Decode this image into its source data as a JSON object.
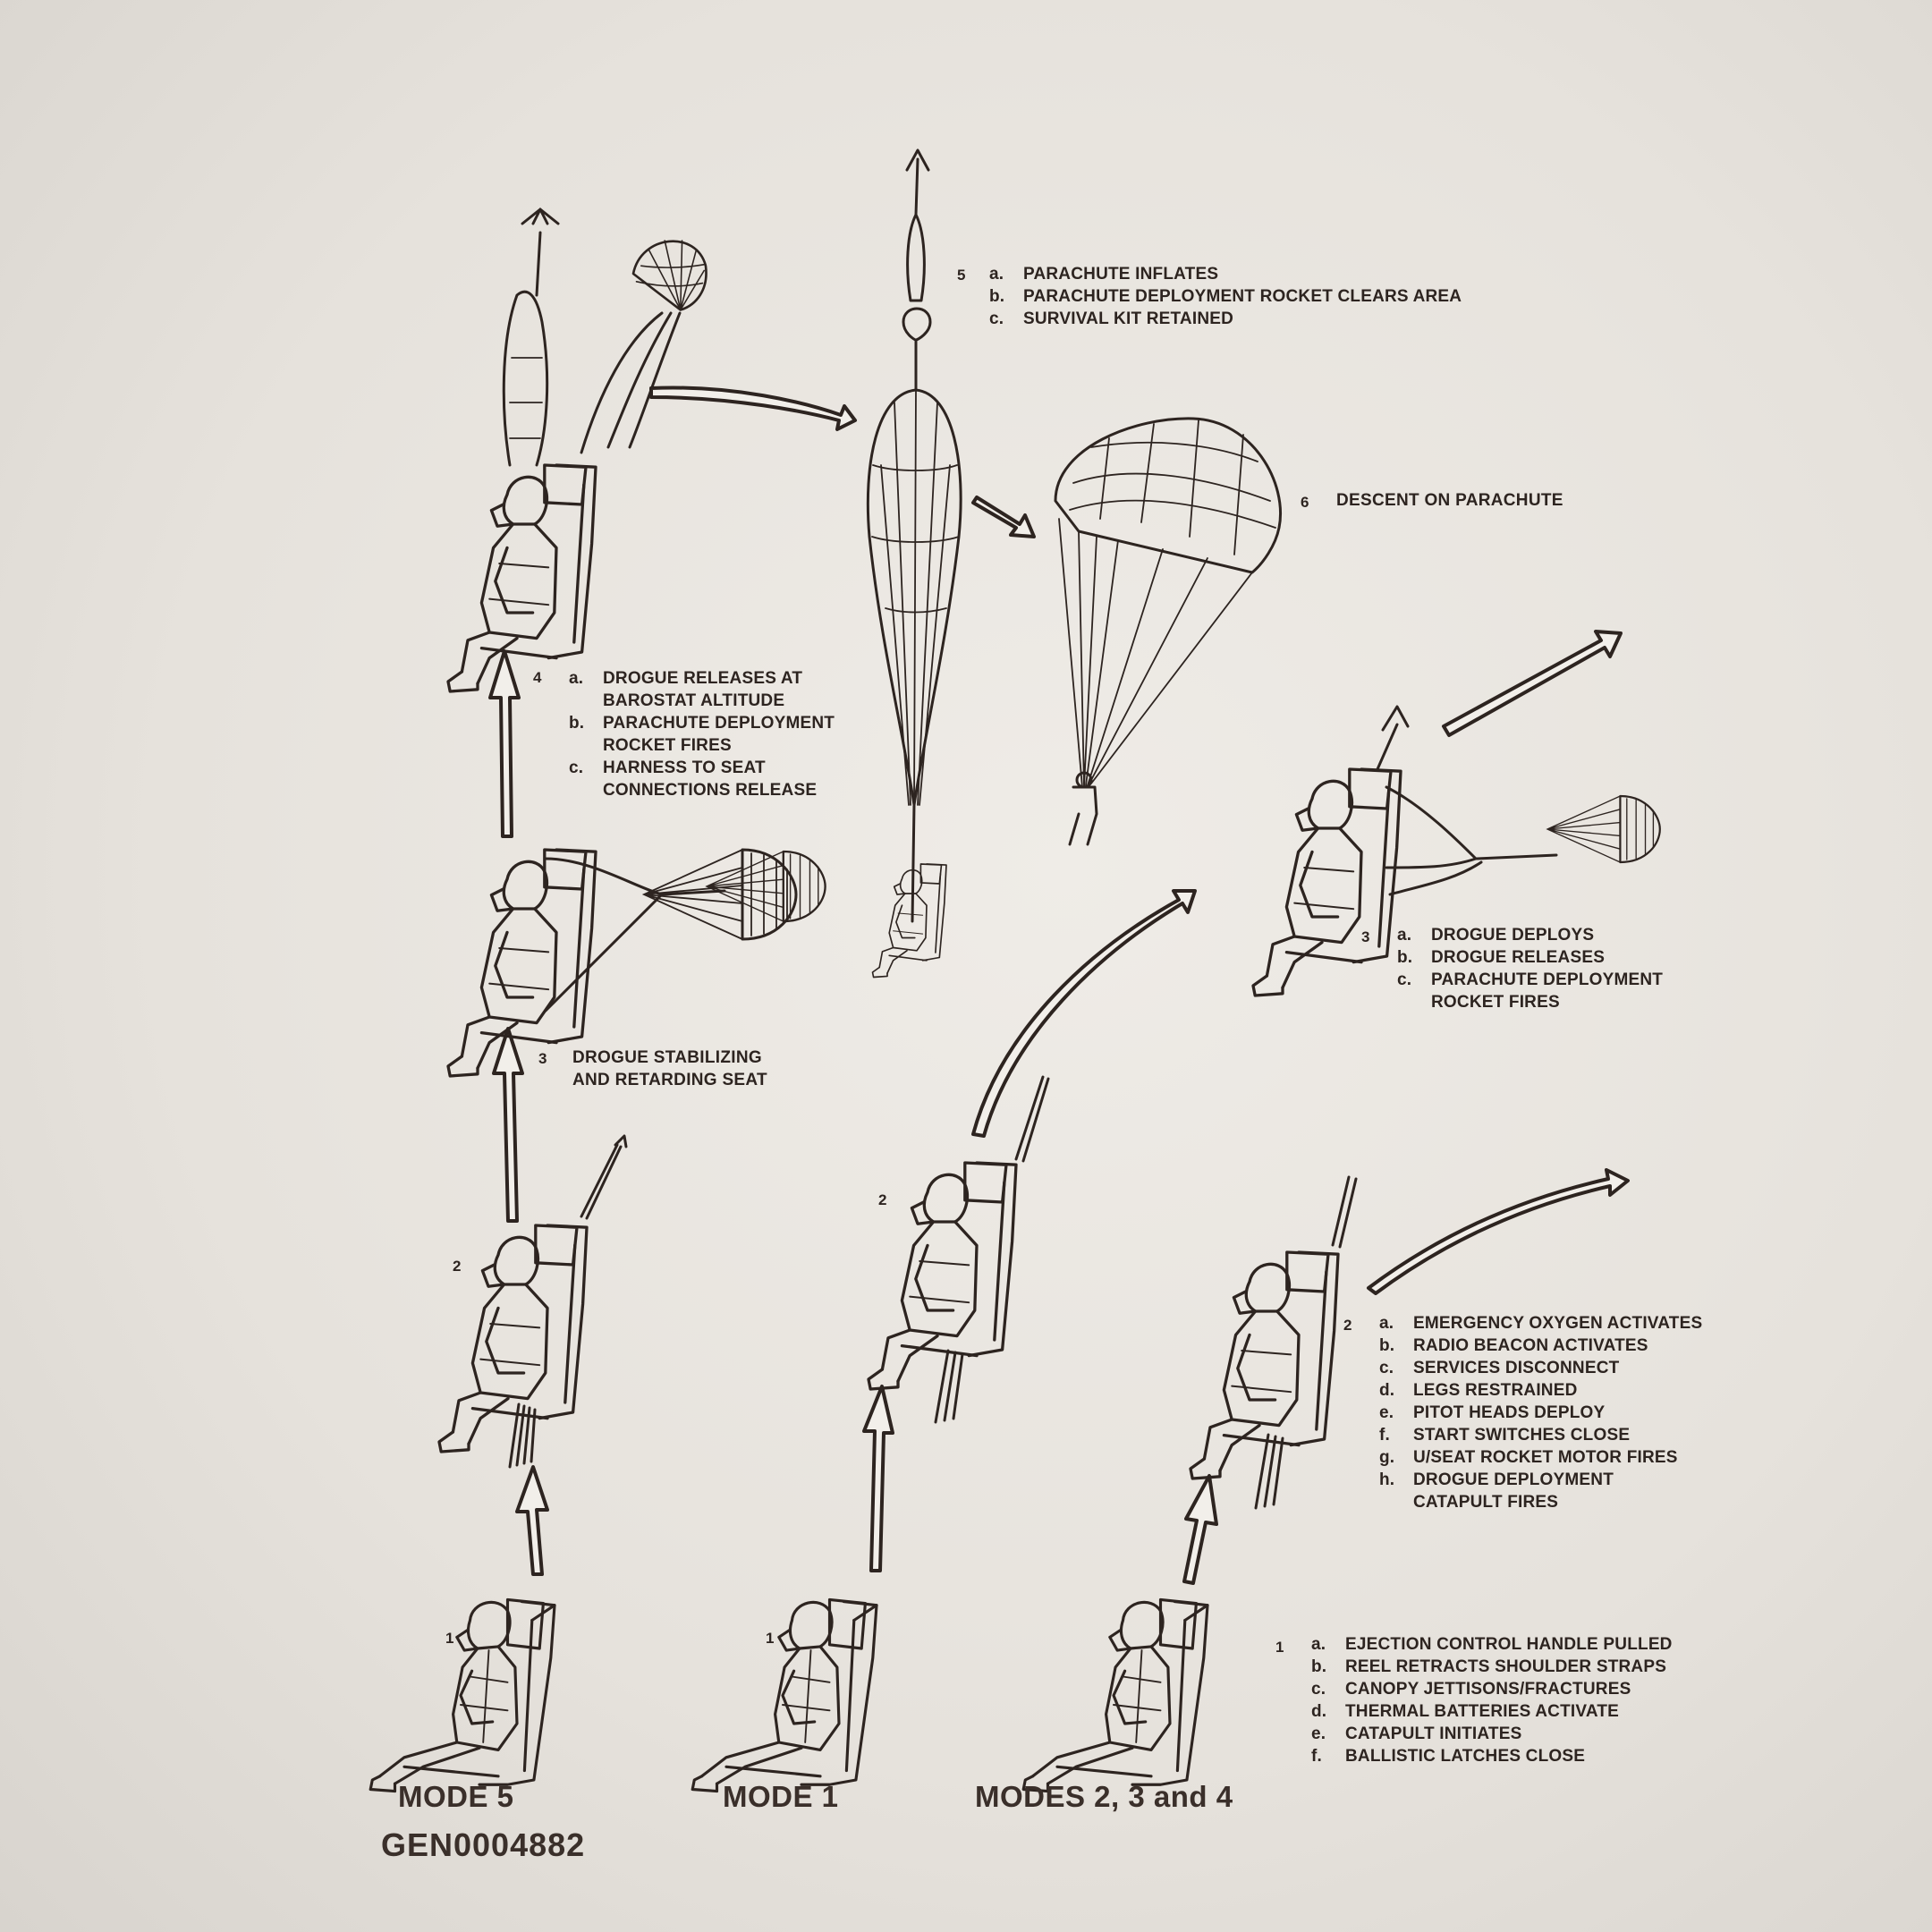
{
  "columns": {
    "mode5": {
      "label": "MODE 5",
      "stage1_num": "1",
      "stage2_num": "2",
      "stage3": {
        "num": "3",
        "lines": [
          "DROGUE STABILIZING",
          "AND RETARDING SEAT"
        ]
      },
      "stage4": {
        "num": "4",
        "items": [
          {
            "letter": "a.",
            "text": "DROGUE RELEASES AT\nBAROSTAT ALTITUDE"
          },
          {
            "letter": "b.",
            "text": "PARACHUTE DEPLOYMENT\nROCKET FIRES"
          },
          {
            "letter": "c.",
            "text": "HARNESS TO SEAT\nCONNECTIONS RELEASE"
          }
        ]
      }
    },
    "mode1": {
      "label": "MODE 1",
      "stage1_num": "1",
      "stage2_num": "2"
    },
    "modes234": {
      "label": "MODES 2, 3 and 4",
      "stage1": {
        "num": "1",
        "items": [
          {
            "letter": "a.",
            "text": "EJECTION CONTROL HANDLE PULLED"
          },
          {
            "letter": "b.",
            "text": "REEL RETRACTS SHOULDER STRAPS"
          },
          {
            "letter": "c.",
            "text": "CANOPY JETTISONS/FRACTURES"
          },
          {
            "letter": "d.",
            "text": "THERMAL BATTERIES ACTIVATE"
          },
          {
            "letter": "e.",
            "text": "CATAPULT INITIATES"
          },
          {
            "letter": "f.",
            "text": "BALLISTIC LATCHES CLOSE"
          }
        ]
      },
      "stage2": {
        "num": "2",
        "items": [
          {
            "letter": "a.",
            "text": "EMERGENCY OXYGEN ACTIVATES"
          },
          {
            "letter": "b.",
            "text": "RADIO BEACON ACTIVATES"
          },
          {
            "letter": "c.",
            "text": "SERVICES DISCONNECT"
          },
          {
            "letter": "d.",
            "text": "LEGS RESTRAINED"
          },
          {
            "letter": "e.",
            "text": "PITOT HEADS DEPLOY"
          },
          {
            "letter": "f.",
            "text": "START SWITCHES CLOSE"
          },
          {
            "letter": "g.",
            "text": "U/SEAT ROCKET MOTOR FIRES"
          },
          {
            "letter": "h.",
            "text": "DROGUE DEPLOYMENT\nCATAPULT FIRES"
          }
        ]
      },
      "stage3": {
        "num": "3",
        "items": [
          {
            "letter": "a.",
            "text": "DROGUE DEPLOYS"
          },
          {
            "letter": "b.",
            "text": "DROGUE RELEASES"
          },
          {
            "letter": "c.",
            "text": "PARACHUTE DEPLOYMENT\nROCKET FIRES"
          }
        ]
      }
    },
    "shared": {
      "stage5": {
        "num": "5",
        "items": [
          {
            "letter": "a.",
            "text": "PARACHUTE INFLATES"
          },
          {
            "letter": "b.",
            "text": "PARACHUTE DEPLOYMENT ROCKET CLEARS AREA"
          },
          {
            "letter": "c.",
            "text": "SURVIVAL KIT RETAINED"
          }
        ]
      },
      "stage6": {
        "num": "6",
        "text": "DESCENT ON PARACHUTE"
      }
    }
  },
  "reference_code": "GEN0004882"
}
